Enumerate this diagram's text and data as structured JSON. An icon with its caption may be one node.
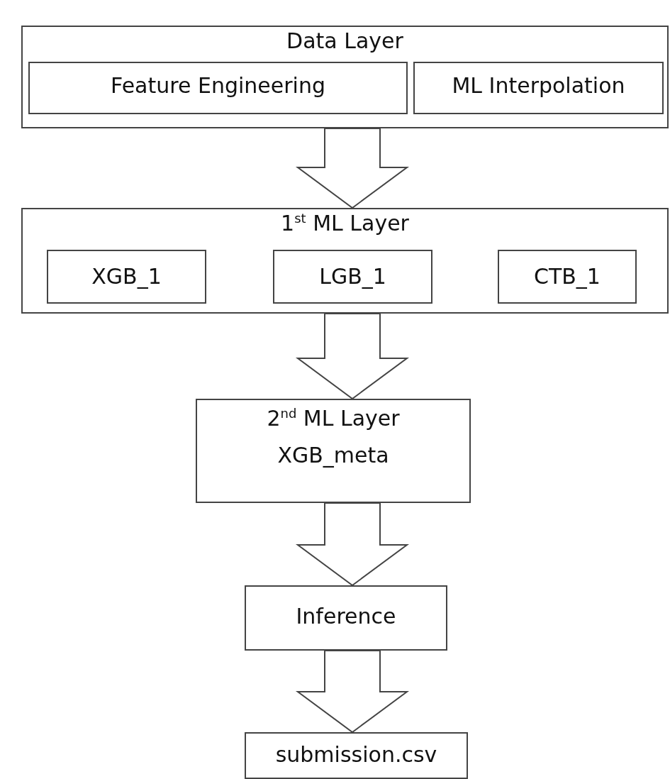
{
  "diagram": {
    "nodes": [
      {
        "text": [
          "Data Layer"
        ]
      },
      {
        "text": [
          "Feature Engineering"
        ],
        "in": 0
      },
      {
        "text": [
          "ML Interpolation"
        ],
        "in": 0
      },
      {
        "text": [
          "1$^{st}$ ML Layer"
        ]
      },
      {
        "text": [
          "XGB_1"
        ],
        "in": 3
      },
      {
        "text": [
          "LGB_1"
        ],
        "in": 3
      },
      {
        "text": [
          "CTB_1"
        ],
        "in": 3
      },
      {
        "text": [
          "2$^{nd}$ ML Layer",
          "XGB_meta"
        ]
      },
      {
        "text": [
          "Inference"
        ]
      },
      {
        "text": [
          "submission.csv"
        ]
      }
    ],
    "edges": [
      {
        "from": 0,
        "to": 3,
        "arrow": "to"
      },
      {
        "from": 3,
        "to": 7,
        "arrow": "to"
      },
      {
        "from": 7,
        "to": 8,
        "arrow": "to"
      },
      {
        "from": 8,
        "to": 9,
        "arrow": "to"
      }
    ]
  }
}
